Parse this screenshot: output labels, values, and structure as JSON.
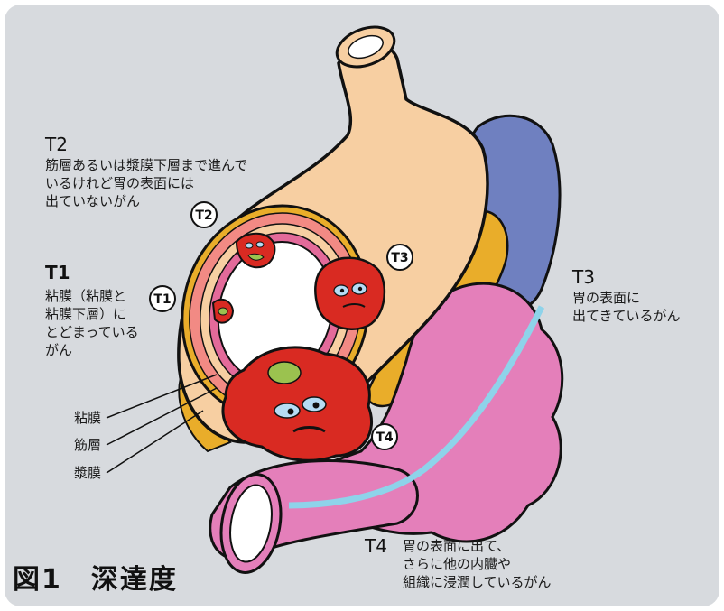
{
  "figure_caption": "図1　深達度",
  "stages": {
    "t2": {
      "title": "T2",
      "lines": [
        "筋層あるいは漿膜下層まで進んで",
        "いるけれど胃の表面には",
        "出ていないがん"
      ]
    },
    "t1": {
      "title": "T1",
      "lines": [
        "粘膜（粘膜と",
        "粘膜下層）に",
        "とどまっている",
        "がん"
      ]
    },
    "t3": {
      "title": "T3",
      "lines": [
        "胃の表面に",
        "出てきているがん"
      ]
    },
    "t4": {
      "title": "T4",
      "lines": [
        "胃の表面に出て、",
        "さらに他の内臓や",
        "組織に浸潤しているがん"
      ]
    }
  },
  "layers": [
    "粘膜",
    "筋層",
    "漿膜"
  ],
  "badges": {
    "t1": "T1",
    "t2": "T2",
    "t3": "T3",
    "t4": "T4"
  },
  "colors": {
    "background": "#d7dade",
    "stomach": "#f7cfa2",
    "outline": "#111111",
    "tumor": "#d92a22",
    "intestine": "#e47fba",
    "spleen": "#6f80c0",
    "pancreas": "#e9ad2a",
    "lumen": "#ffffff",
    "vessel": "#8ed3ea",
    "tumor_spot": "#9bc24f"
  }
}
